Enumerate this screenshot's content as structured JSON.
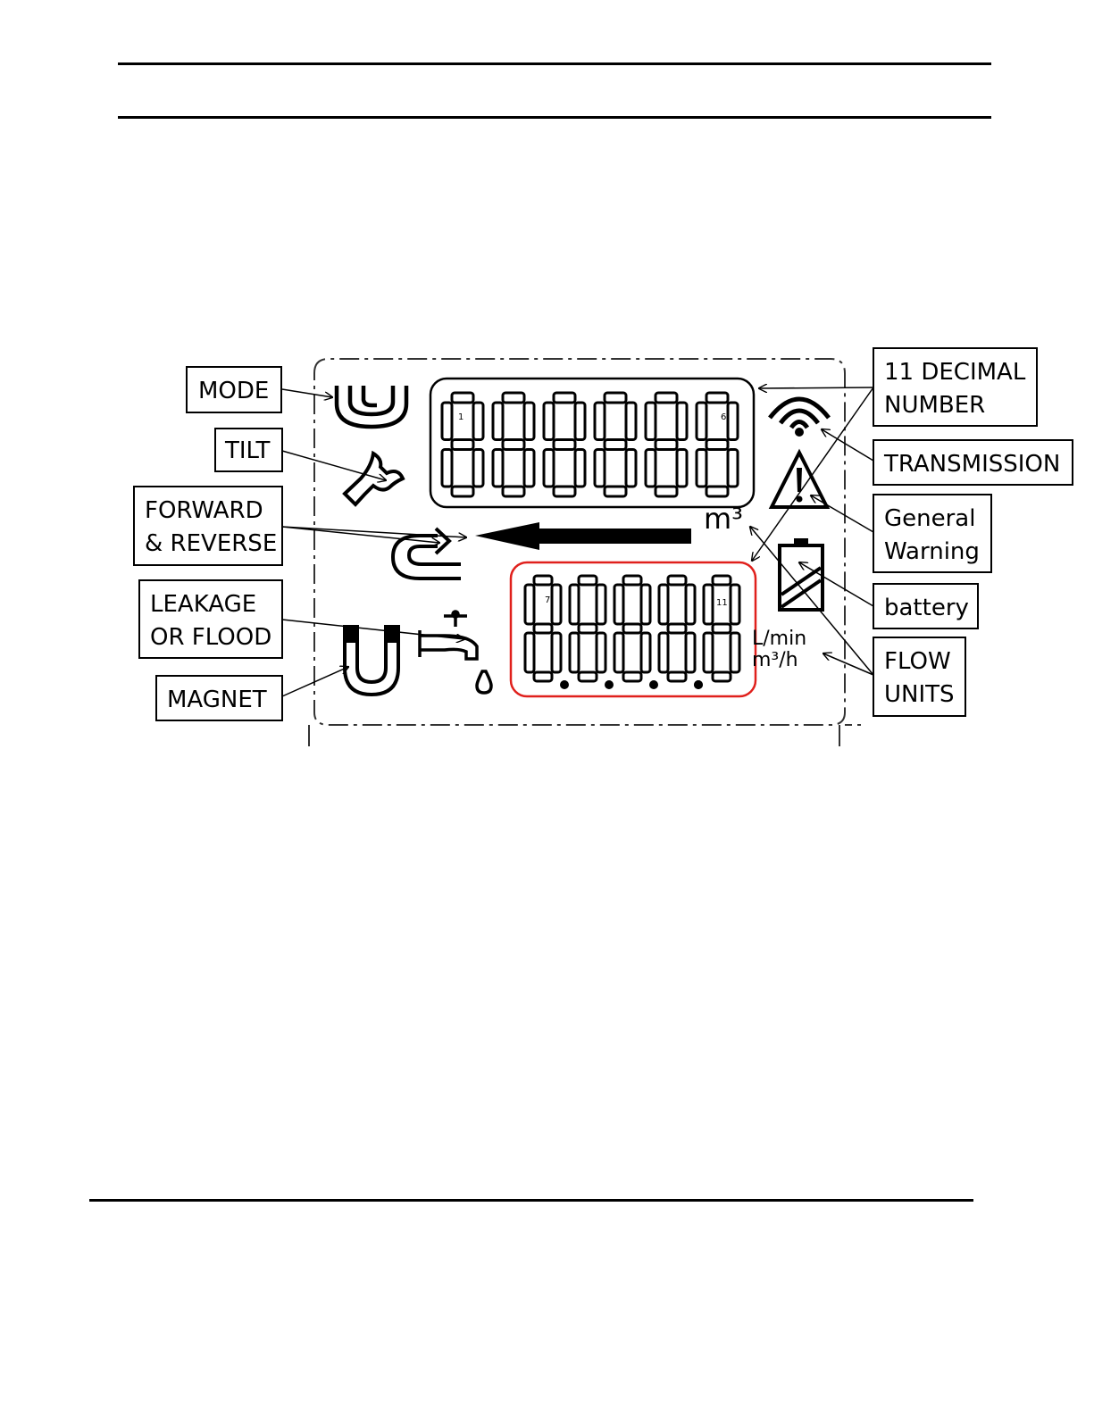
{
  "callouts": {
    "mode": "MODE",
    "tilt": "TILT",
    "forward_reverse": [
      "FORWARD",
      "& REVERSE"
    ],
    "leakage": [
      "LEAKAGE",
      "OR FLOOD"
    ],
    "magnet": "MAGNET",
    "decimal_number": [
      "11 DECIMAL",
      "NUMBER"
    ],
    "transmission": "TRANSMISSION",
    "general_warning": [
      "General",
      "Warning"
    ],
    "battery": "battery",
    "flow_units": [
      "FLOW",
      "UNITS"
    ]
  },
  "lcd": {
    "upper_digit_first_index": "1",
    "upper_digit_last_index": "6",
    "lower_digit_first_index": "7",
    "lower_digit_last_index": "11",
    "volume_unit": "m³",
    "flow_unit_1": "L/min",
    "flow_unit_2": "m³/h"
  },
  "colors": {
    "lower_frame": "#e0201c",
    "ink": "#000000"
  }
}
